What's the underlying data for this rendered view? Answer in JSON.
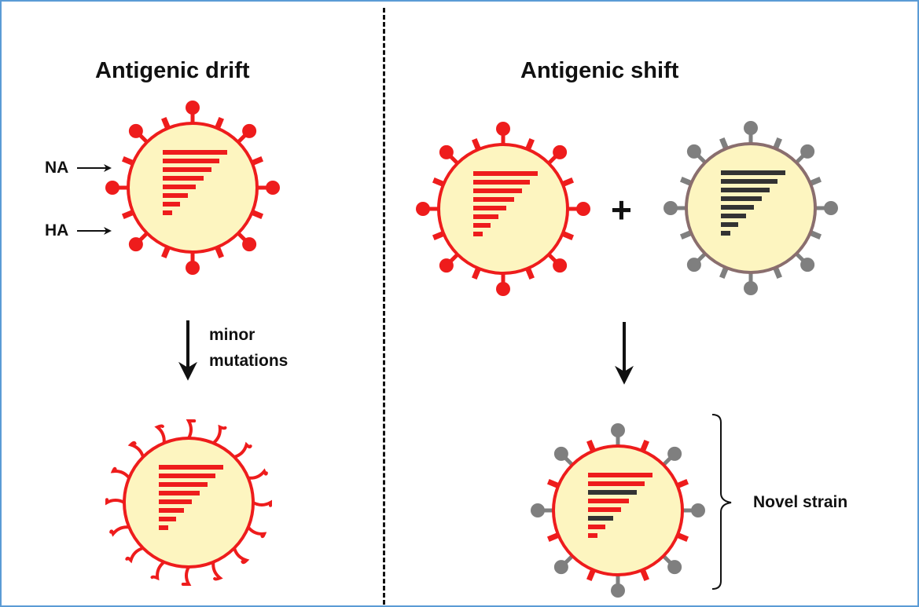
{
  "drift": {
    "title": "Antigenic drift",
    "na_label": "NA",
    "ha_label": "HA",
    "arrow_label_line1": "minor",
    "arrow_label_line2": "mutations"
  },
  "shift": {
    "title": "Antigenic shift",
    "plus": "+",
    "result_label": "Novel strain"
  },
  "colors": {
    "red": "#ee1c1c",
    "gray": "#7f7f7f",
    "core": "#fdf5c0",
    "dark_segment": "#333333",
    "frame": "#5b9bd5"
  },
  "genome": {
    "drift_original": [
      "red",
      "red",
      "red",
      "red",
      "red",
      "red",
      "red",
      "red"
    ],
    "drift_mutated": [
      "red",
      "red",
      "red",
      "red",
      "red",
      "red",
      "red",
      "red"
    ],
    "shift_red": [
      "red",
      "red",
      "red",
      "red",
      "red",
      "red",
      "red",
      "red"
    ],
    "shift_gray": [
      "dark",
      "dark",
      "dark",
      "dark",
      "dark",
      "dark",
      "dark",
      "dark"
    ],
    "shift_novel": [
      "red",
      "red",
      "dark",
      "red",
      "red",
      "dark",
      "red",
      "red"
    ]
  }
}
